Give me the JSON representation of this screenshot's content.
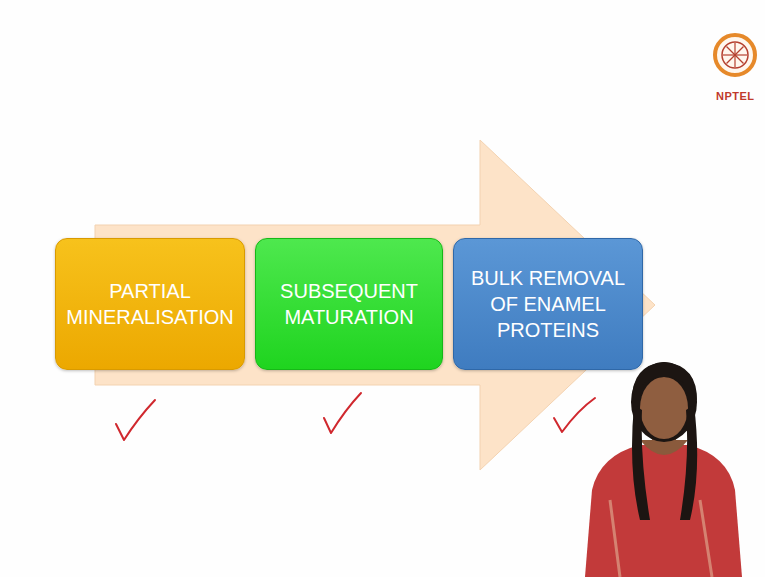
{
  "diagram": {
    "nodes": [
      {
        "text": [
          "PARTIAL MINERALISATION"
        ]
      },
      {
        "text": [
          "SUBSEQUENT MATURATION"
        ]
      },
      {
        "text": [
          "BULK REMOVAL OF ENAMEL PROTEINS"
        ]
      }
    ],
    "labels": [
      "NPTEL"
    ]
  }
}
